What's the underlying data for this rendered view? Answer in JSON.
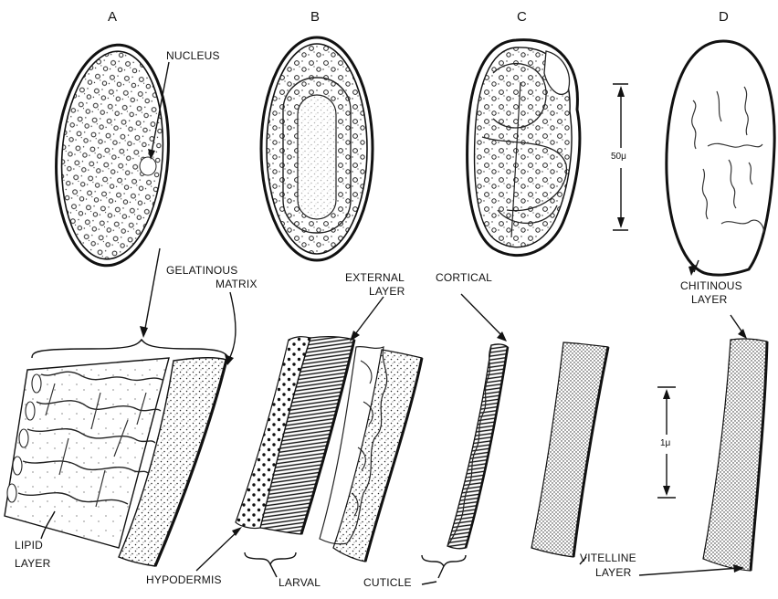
{
  "panels": {
    "a": "A",
    "b": "B",
    "c": "C",
    "d": "D"
  },
  "labels": {
    "nucleus": "NUCLEUS",
    "gelatinous_line1": "GELATINOUS",
    "gelatinous_line2": "MATRIX",
    "external_line1": "EXTERNAL",
    "external_line2": "LAYER",
    "cortical": "CORTICAL",
    "chitinous_line1": "CHITINOUS",
    "chitinous_line2": "LAYER",
    "lipid_line1": "LIPID",
    "lipid_line2": "LAYER",
    "hypodermis": "HYPODERMIS",
    "larval": "LARVAL",
    "cuticle": "CUTICLE",
    "vitelline_line1": "VITELLINE",
    "vitelline_line2": "LAYER"
  },
  "scale_bars": {
    "top": "50μ",
    "bottom": "1μ"
  }
}
